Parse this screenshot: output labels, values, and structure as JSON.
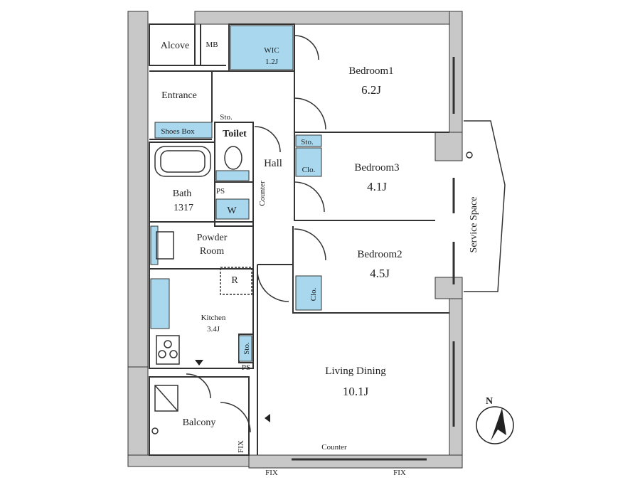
{
  "rooms": {
    "alcove": "Alcove",
    "mb": "MB",
    "wic": "WIC",
    "wic_area": "1.2J",
    "bedroom1": "Bedroom1",
    "bedroom1_area": "6.2J",
    "entrance": "Entrance",
    "sto_entrance": "Sto.",
    "shoes_box": "Shoes Box",
    "toilet": "Toilet",
    "hall": "Hall",
    "sto_bed3": "Sto.",
    "clo_bed3": "Clo.",
    "bedroom3": "Bedroom3",
    "bedroom3_area": "4.1J",
    "bath": "Bath",
    "bath_size": "1317",
    "ps_bath": "PS",
    "w": "W",
    "counter_hall": "Counter",
    "service_space": "Service Space",
    "powder_room_1": "Powder",
    "powder_room_2": "Room",
    "bedroom2": "Bedroom2",
    "bedroom2_area": "4.5J",
    "clo_bed2": "Clo.",
    "r": "R",
    "kitchen": "Kitchen",
    "kitchen_area": "3.4J",
    "sto_kitchen": "Sto.",
    "ps_kitchen": "PS",
    "living_dining": "Living Dining",
    "living_dining_area": "10.1J",
    "balcony": "Balcony",
    "fix_vertical": "FIX",
    "counter_living": "Counter",
    "fix_left": "FIX",
    "fix_right": "FIX",
    "compass": "N"
  },
  "colors": {
    "wall": "#c8c8c8",
    "line": "#333333",
    "storage": "#a9d8ee"
  }
}
